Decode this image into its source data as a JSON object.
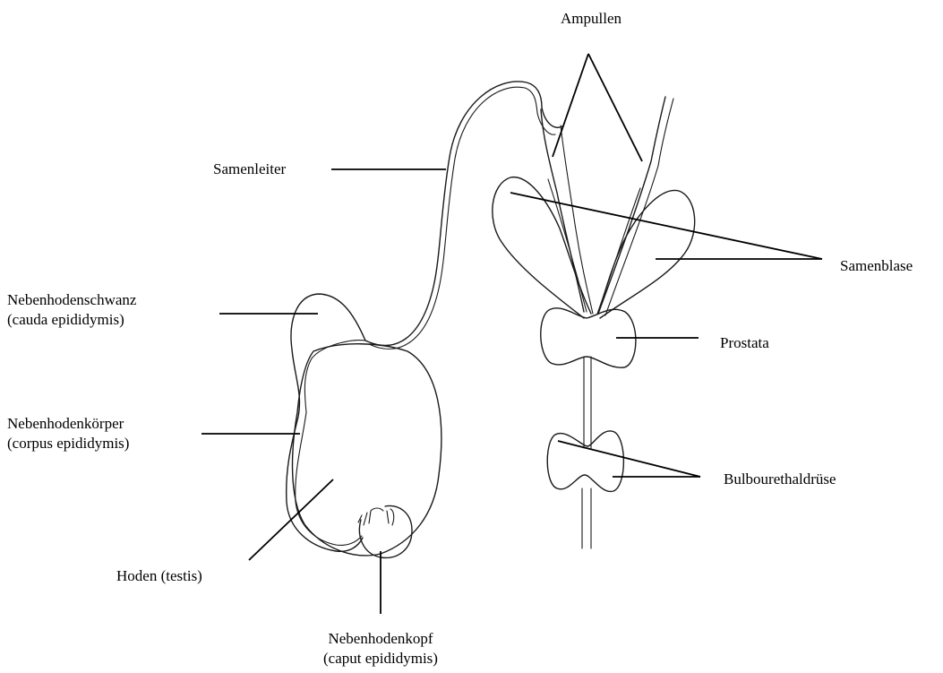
{
  "labels": {
    "ampullen": "Ampullen",
    "samenleiter": "Samenleiter",
    "samenblase": "Samenblase",
    "nebenhodenschwanz": {
      "line1": "Nebenhodenschwanz",
      "line2": "(cauda epididymis)"
    },
    "prostata": "Prostata",
    "nebenhodenkoerper": {
      "line1": "Nebenhodenkörper",
      "line2": "(corpus epididymis)"
    },
    "bulbourethaldruese": "Bulbourethaldrüse",
    "hoden": "Hoden (testis)",
    "nebenhodenkopf": {
      "line1": "Nebenhodenkopf",
      "line2": "(caput epididymis)"
    }
  }
}
